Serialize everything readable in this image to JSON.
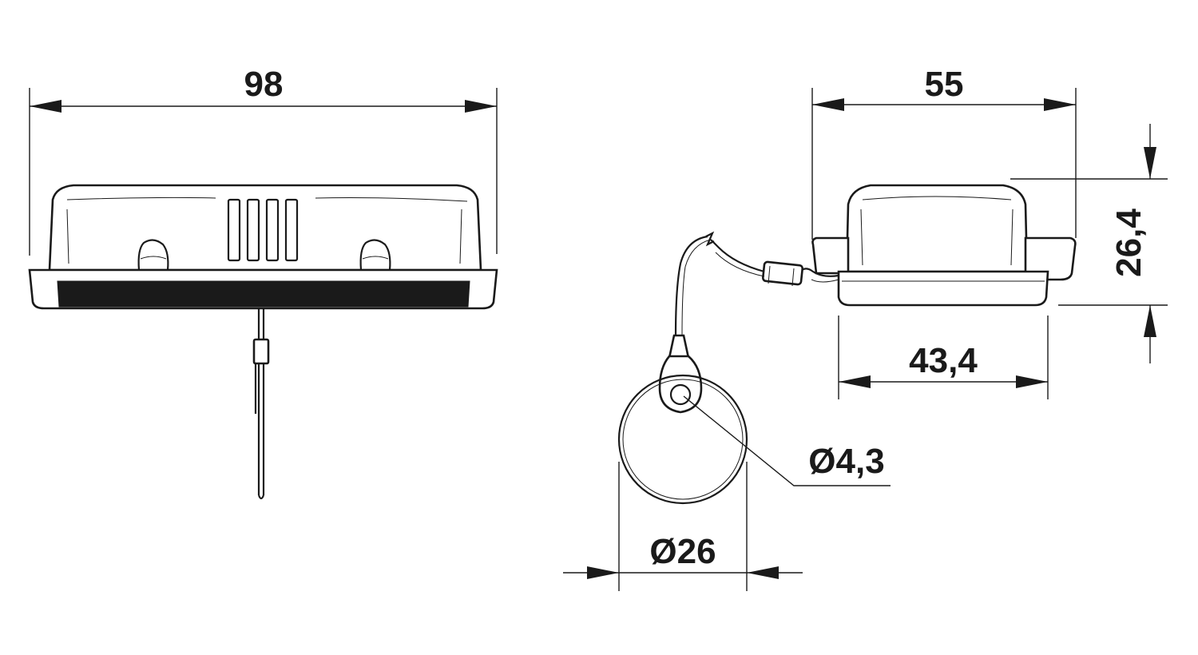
{
  "dimensions": {
    "width_front": "98",
    "width_side": "55",
    "height_side": "26,4",
    "base_width": "43,4",
    "eyelet_hole": "Ø4,3",
    "coil_diameter": "Ø26"
  }
}
